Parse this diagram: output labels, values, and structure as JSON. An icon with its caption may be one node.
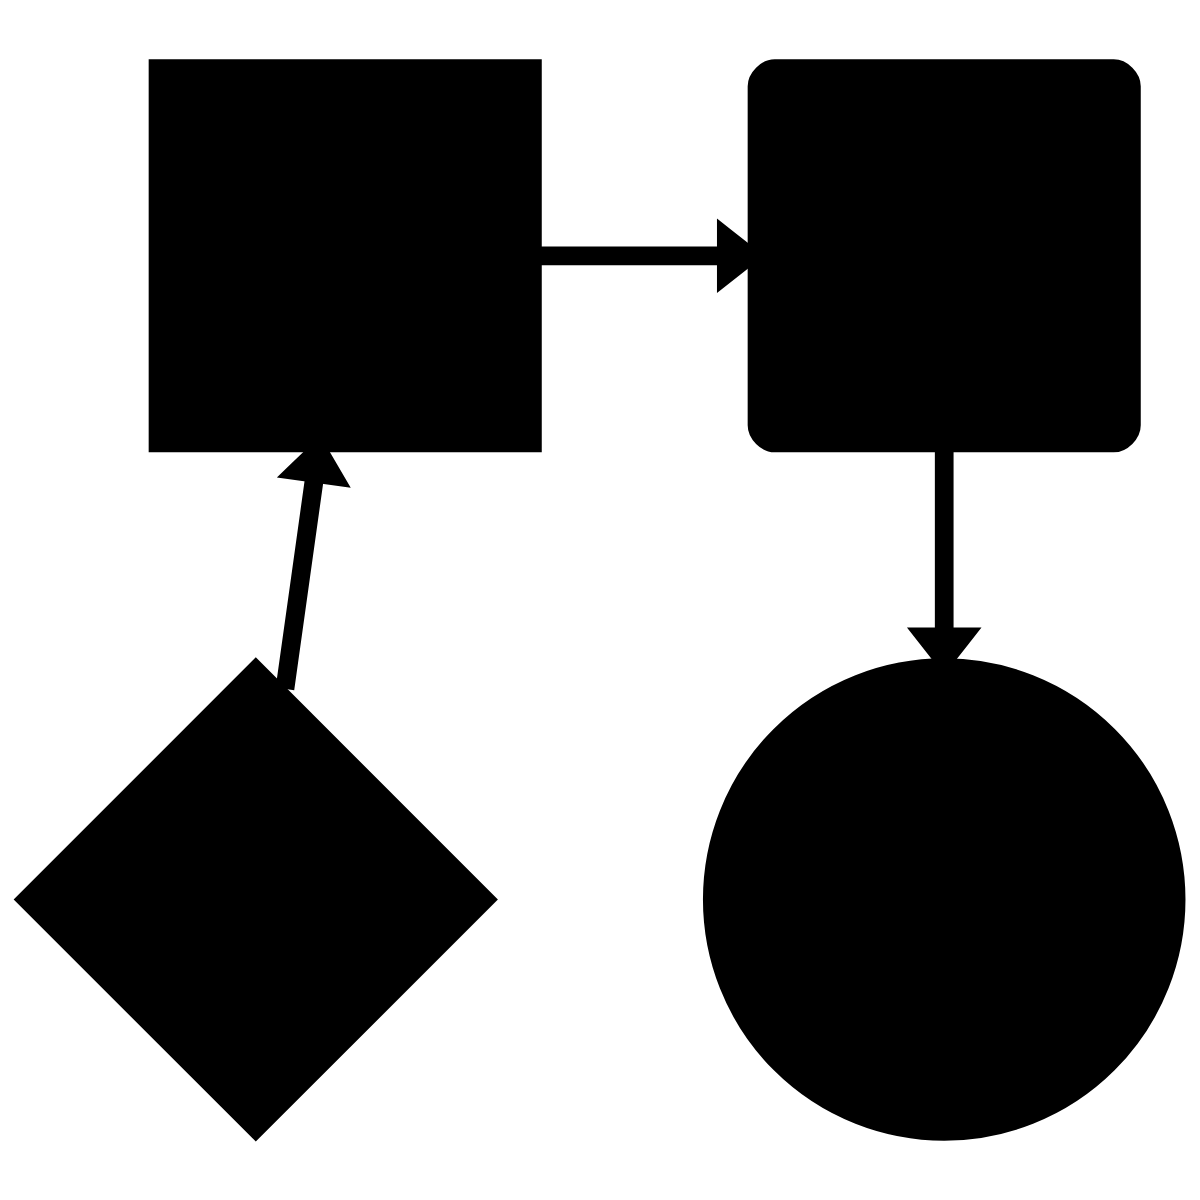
{
  "diagram": {
    "nodes": [
      {
        "text": [],
        "shape": "box"
      },
      {
        "text": [],
        "shape": "box"
      },
      {
        "text": [],
        "shape": "diamond"
      },
      {
        "text": [],
        "shape": "circle"
      }
    ],
    "edges": [
      {
        "from": 2,
        "to": 0,
        "arrow": "to"
      },
      {
        "from": 0,
        "to": 1,
        "arrow": "to"
      },
      {
        "from": 1,
        "to": 3,
        "arrow": "to"
      }
    ]
  }
}
